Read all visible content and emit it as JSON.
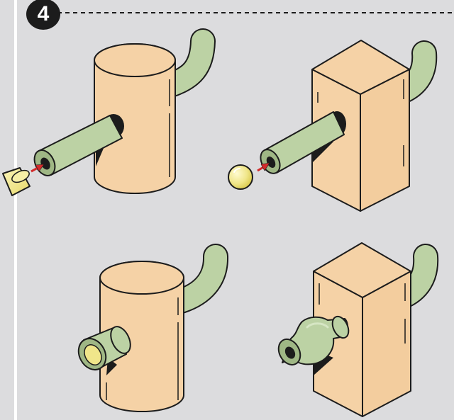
{
  "step": {
    "number": "4"
  },
  "palette": {
    "background": "#dcdcde",
    "wood": "#f5d2a6",
    "pipe": "#bcd2a4",
    "cap": "#f0e68a",
    "arrow": "#d22b2b",
    "outline": "#1c1c1c"
  },
  "panels": [
    {
      "name": "cylinder-post-before",
      "shape": "cylinder",
      "stage": "before",
      "plug": "cone-cap"
    },
    {
      "name": "box-post-before",
      "shape": "box",
      "stage": "before",
      "plug": "ball"
    },
    {
      "name": "cylinder-post-after",
      "shape": "cylinder",
      "stage": "after",
      "plug": "cone-cap"
    },
    {
      "name": "box-post-after",
      "shape": "box",
      "stage": "after",
      "plug": "ball"
    }
  ]
}
